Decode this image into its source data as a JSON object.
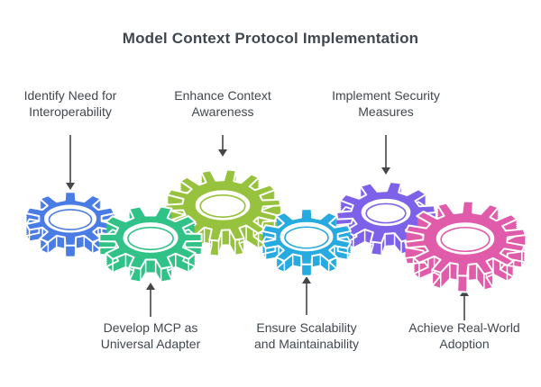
{
  "title": "Model Context Protocol Implementation",
  "colors": {
    "text": "#41474f",
    "arrow": "#45464a",
    "background": "#ffffff"
  },
  "steps": [
    {
      "id": "identify-need",
      "label": "Identify Need for\nInteroperability",
      "gear_color": "#4a7ce5",
      "arrow": "down"
    },
    {
      "id": "develop-mcp",
      "label": "Develop MCP as\nUniversal Adapter",
      "gear_color": "#31c287",
      "arrow": "up"
    },
    {
      "id": "enhance-context",
      "label": "Enhance Context\nAwareness",
      "gear_color": "#96c23d",
      "arrow": "down"
    },
    {
      "id": "ensure-scalability",
      "label": "Ensure Scalability\nand Maintainability",
      "gear_color": "#27aadf",
      "arrow": "up"
    },
    {
      "id": "implement-security",
      "label": "Implement Security\nMeasures",
      "gear_color": "#7e61e9",
      "arrow": "down"
    },
    {
      "id": "achieve-adoption",
      "label": "Achieve Real-World\nAdoption",
      "gear_color": "#e05cab",
      "arrow": "up"
    }
  ]
}
